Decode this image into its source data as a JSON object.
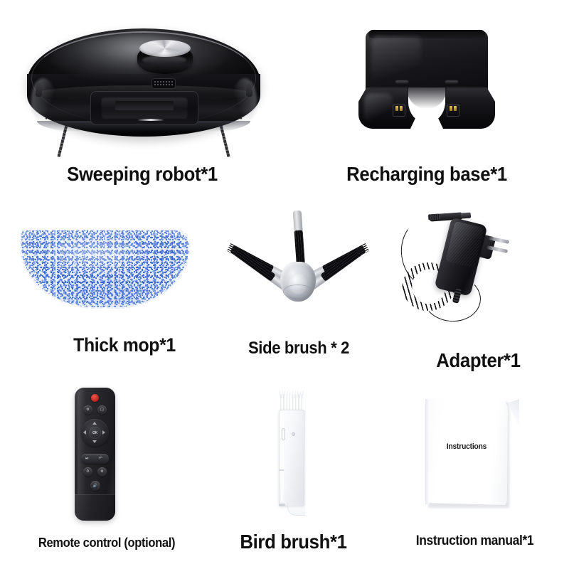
{
  "page": {
    "title": "Robot Vacuum Package Contents",
    "background_color": "#ffffff",
    "label_color": "#111111"
  },
  "items": [
    {
      "id": "sweeping-robot",
      "label": "Sweeping robot*1",
      "icon": "robot-vacuum-icon",
      "colors": {
        "body": "#0a0a0c",
        "lidar_top": "#e8e8ec",
        "highlight": "#5a5a5e"
      }
    },
    {
      "id": "recharging-base",
      "label": "Recharging base*1",
      "icon": "charging-dock-icon",
      "colors": {
        "body": "#16161a",
        "contacts": "#e8c46a"
      }
    },
    {
      "id": "thick-mop",
      "label": "Thick mop*1",
      "icon": "mop-pad-icon",
      "colors": {
        "fabric": "#e8eefb",
        "fiber": "#3f6fd8"
      }
    },
    {
      "id": "side-brush",
      "label": "Side brush * 2",
      "icon": "side-brush-icon",
      "colors": {
        "hub": "#cfd2d8",
        "bristles": "#0a0a0c"
      }
    },
    {
      "id": "adapter",
      "label": "Adapter*1",
      "icon": "power-adapter-icon",
      "colors": {
        "body": "#1a1a1f",
        "pins": "#d6d7dd"
      }
    },
    {
      "id": "remote-control",
      "label": "Remote control (optional)",
      "icon": "remote-control-icon",
      "colors": {
        "body": "#232328",
        "power_button": "#b5231c",
        "glyphs": "#c9cad0"
      },
      "buttons": {
        "power": "power",
        "fan": "fan",
        "spot": "spot",
        "ok": "OK",
        "up": "up",
        "down": "down",
        "left": "left",
        "right": "right",
        "play": "play",
        "back": "back",
        "clock": "clock",
        "settings": "settings",
        "volume": "volume"
      }
    },
    {
      "id": "bird-brush",
      "label": "Bird brush*1",
      "icon": "cleaning-brush-icon",
      "colors": {
        "body": "#ffffff",
        "bristles": "#e9ecf1"
      }
    },
    {
      "id": "instruction-manual",
      "label": "Instruction manual*1",
      "icon": "manual-booklet-icon",
      "cover_text": "Instructions",
      "colors": {
        "page": "#ffffff",
        "text": "#1b1b1d"
      }
    }
  ]
}
